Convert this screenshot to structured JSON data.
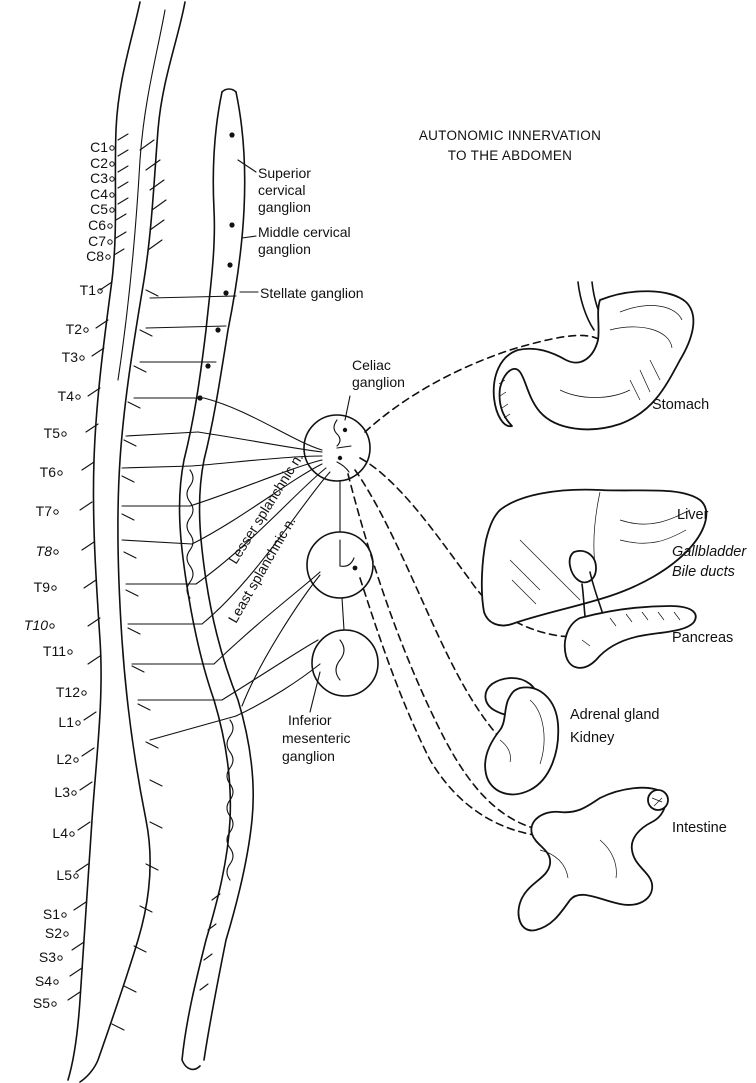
{
  "title": {
    "line1": "AUTONOMIC INNERVATION",
    "line2": "TO THE ABDOMEN"
  },
  "segments": [
    "C1",
    "C2",
    "C3",
    "C4",
    "C5",
    "C6",
    "C7",
    "C8",
    "T1",
    "T2",
    "T3",
    "T4",
    "T5",
    "T6",
    "T7",
    "T8",
    "T9",
    "T10",
    "T11",
    "T12",
    "L1",
    "L2",
    "L3",
    "L4",
    "L5",
    "S1",
    "S2",
    "S3",
    "S4",
    "S5"
  ],
  "italic_segments": [
    "T8",
    "T10"
  ],
  "ganglia": {
    "superior_cervical": [
      "Superior",
      "cervical",
      "ganglion"
    ],
    "middle_cervical": [
      "Middle cervical",
      "ganglion"
    ],
    "stellate": "Stellate ganglion",
    "celiac": [
      "Celiac",
      "ganglion"
    ],
    "inferior_mesenteric": [
      "Inferior",
      "mesenteric",
      "ganglion"
    ]
  },
  "nerves": {
    "lesser_splanchnic": "Lesser splanchnic n.",
    "least_splanchnic": "Least splanchnic n."
  },
  "organs": {
    "stomach": "Stomach",
    "liver": "Liver",
    "gallbladder": "Gallbladder",
    "bile_ducts": "Bile ducts",
    "pancreas": "Pancreas",
    "adrenal_gland": "Adrenal gland",
    "kidney": "Kidney",
    "intestine": "Intestine"
  }
}
